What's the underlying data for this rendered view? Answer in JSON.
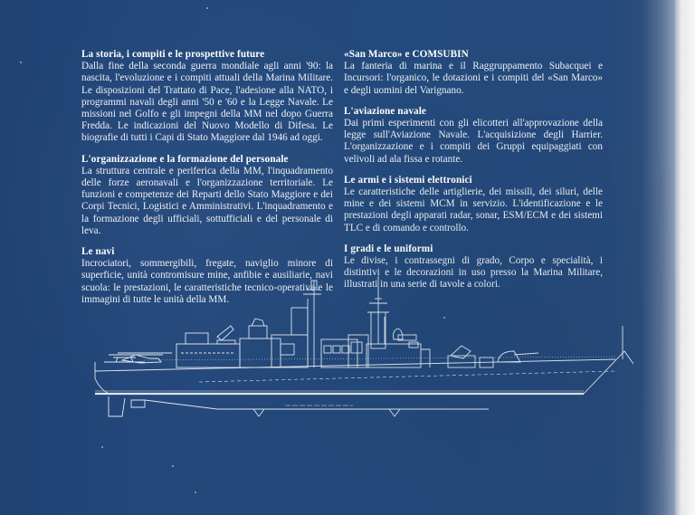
{
  "page": {
    "background_color": "#234a7c",
    "text_color": "#eef1f6",
    "line_art_color": "#dfe6f0"
  },
  "left_column": {
    "sections": [
      {
        "title": "La storia, i compiti e le prospettive future",
        "body": "Dalla fine della seconda guerra mondiale agli anni '90: la nascita, l'evoluzione e i compiti attuali della Marina Militare. Le disposizioni del Trattato di Pace, l'adesione alla NATO, i programmi navali degli anni '50 e '60 e la Legge Navale. Le missioni nel Golfo e gli impegni della MM nel dopo Guerra Fredda. Le indicazioni del Nuovo Modello di Difesa. Le biografie di tutti i Capi di Stato Maggiore dal 1946 ad oggi."
      },
      {
        "title": "L'organizzazione e la formazione del personale",
        "body": "La struttura centrale e periferica della MM, l'inquadramento delle forze aeronavali e l'organizzazione territoriale. Le funzioni e competenze dei Reparti dello Stato Maggiore e dei Corpi Tecnici, Logistici e Amministrativi. L'inquadramento e la formazione degli ufficiali, sottufficiali e del personale di leva."
      },
      {
        "title": "Le navi",
        "body": "Incrociatori, sommergibili, fregate, naviglio minore di superficie, unità contromisure mine, anfibie e ausiliarie, navi scuola: le prestazioni, le caratteristiche tecnico-operative e le immagini di tutte le unità della MM."
      }
    ]
  },
  "right_column": {
    "sections": [
      {
        "title": "«San Marco» e COMSUBIN",
        "body": "La fanteria di marina e il Raggruppamento Subacquei e Incursori: l'organico, le dotazioni e i compiti del «San Marco» e degli uomini del Varignano."
      },
      {
        "title": "L'aviazione navale",
        "body": "Dai primi esperimenti con gli elicotteri all'approvazione della legge sull'Aviazione Navale. L'acquisizione degli Harrier. L'organizzazione e i compiti dei Gruppi equipaggiati con velivoli ad ala fissa e rotante."
      },
      {
        "title": "Le armi e i sistemi elettronici",
        "body": "Le caratteristiche delle artiglierie, dei missili, dei siluri, delle mine e dei sistemi MCM in servizio. L'identificazione e le prestazioni degli apparati radar, sonar, ESM/ECM e dei sistemi TLC e di comando e controllo."
      },
      {
        "title": "I gradi e le uniformi",
        "body": "Le divise, i contrassegni di grado, Corpo e specialità, i distintivi e le decorazioni in uso presso la Marina Militare, illustrati in una serie di tavole a colori."
      }
    ]
  },
  "illustration": {
    "subject": "warship-profile-line-drawing"
  }
}
